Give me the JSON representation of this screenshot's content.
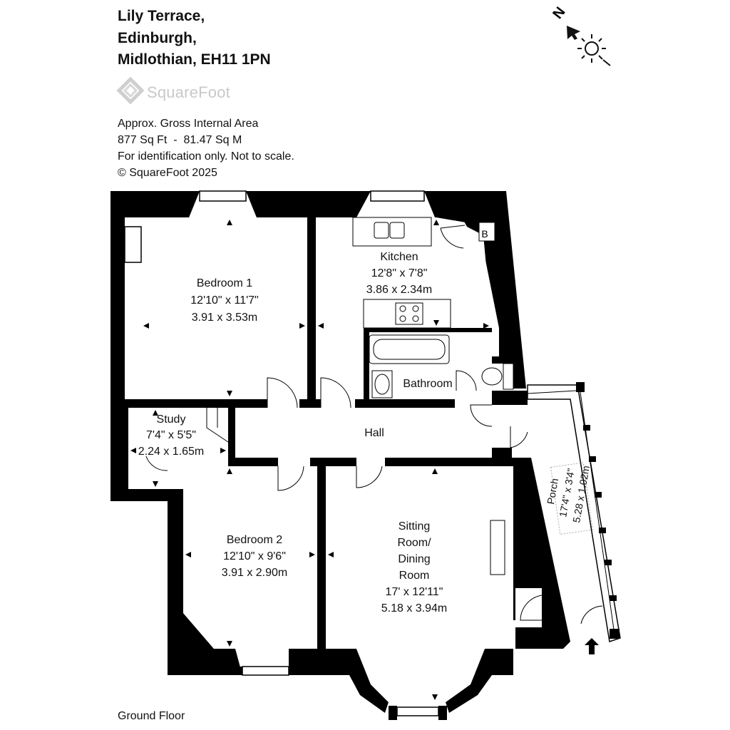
{
  "address": {
    "line1": "Lily Terrace,",
    "line2": "Edinburgh,",
    "line3": "Midlothian, EH11 1PN"
  },
  "brand": {
    "name": "SquareFoot",
    "color": "#c9c9c9"
  },
  "info": {
    "area_title": "Approx. Gross Internal Area",
    "area_value": "877 Sq Ft  -  81.47 Sq M",
    "disclaimer": "For identification only. Not to scale.",
    "copyright": "© SquareFoot 2025"
  },
  "compass": {
    "north_label": "N",
    "sun_icon": "sun-icon",
    "arrow_icon": "north-arrow-icon"
  },
  "floor_label": "Ground Floor",
  "rooms": {
    "bedroom1": {
      "name": "Bedroom 1",
      "imperial": "12'10\" x 11'7\"",
      "metric": "3.91 x 3.53m"
    },
    "kitchen": {
      "name": "Kitchen",
      "imperial": "12'8\" x 7'8\"",
      "metric": "3.86 x 2.34m",
      "boiler": "B"
    },
    "bathroom": {
      "name": "Bathroom"
    },
    "study": {
      "name": "Study",
      "imperial": "7'4\" x 5'5\"",
      "metric": "2.24 x 1.65m"
    },
    "hall": {
      "name": "Hall"
    },
    "porch": {
      "name": "Porch",
      "imperial": "17'4\" x 3'4\"",
      "metric": "5.28 x 1.02m"
    },
    "bedroom2": {
      "name": "Bedroom 2",
      "imperial": "12'10\" x 9'6\"",
      "metric": "3.91 x 2.90m"
    },
    "sitting": {
      "line1": "Sitting",
      "line2": "Room/",
      "line3": "Dining",
      "line4": "Room",
      "imperial": "17' x 12'11\"",
      "metric": "5.18 x 3.94m"
    }
  },
  "colors": {
    "wall": "#000000",
    "fixture": "#555555",
    "background": "#ffffff"
  }
}
